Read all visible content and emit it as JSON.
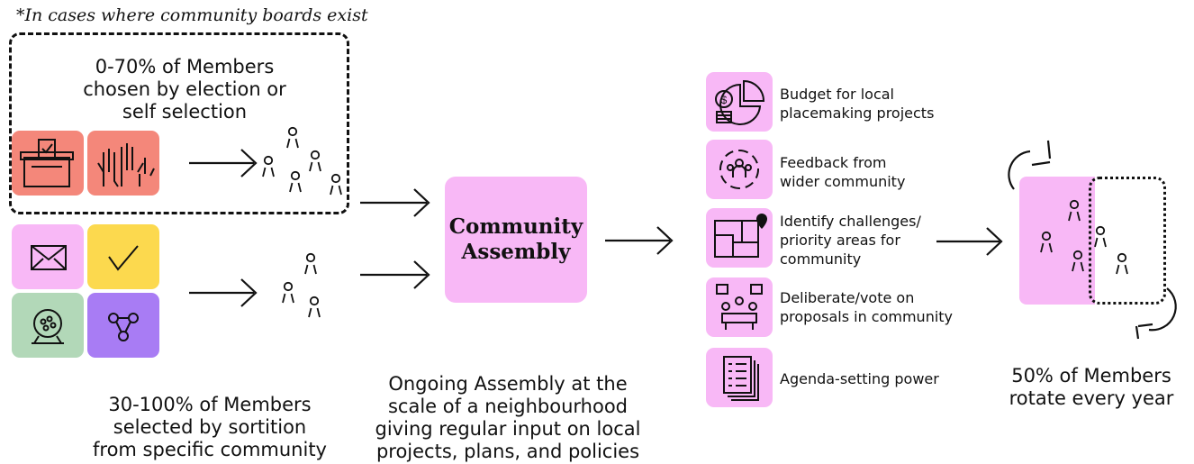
{
  "note": "*In cases where community boards exist",
  "election_group": {
    "lines": [
      "0-70% of Members",
      "chosen by election or",
      "self selection"
    ],
    "icons": [
      "ballot-box-icon",
      "raised-hands-icon"
    ],
    "colors": {
      "tile": "#f4877a"
    }
  },
  "sortition_group": {
    "lines": [
      "30-100% of Members",
      "selected by sortition",
      "from specific community"
    ],
    "icons": [
      "envelope-icon",
      "checkmark-icon",
      "lottery-drum-icon",
      "network-icon"
    ],
    "colors": {
      "envelope": "#f8b8f6",
      "check": "#fcd94e",
      "lottery": "#b2d8b8",
      "network": "#a87cf4"
    }
  },
  "assembly": {
    "title_lines": [
      "Community",
      "Assembly"
    ],
    "caption_lines": [
      "Ongoing Assembly at the",
      "scale of a neighbourhood",
      "giving regular input on local",
      "projects, plans, and policies"
    ],
    "color": "#f8b8f6"
  },
  "functions": [
    {
      "icon": "budget-pie-chart-icon",
      "lines": [
        "Budget for local",
        "placemaking projects"
      ]
    },
    {
      "icon": "community-feedback-icon",
      "lines": [
        "Feedback from",
        "wider community"
      ]
    },
    {
      "icon": "map-pin-icon",
      "lines": [
        "Identify challenges/",
        "priority areas for",
        "community"
      ]
    },
    {
      "icon": "deliberation-table-icon",
      "lines": [
        "Deliberate/vote on",
        "proposals in community"
      ]
    },
    {
      "icon": "agenda-documents-icon",
      "lines": [
        "Agenda-setting power"
      ]
    }
  ],
  "rotation": {
    "lines": [
      "50% of Members",
      "rotate every year"
    ],
    "icons": [
      "rotate-arrow-icon",
      "rotate-arrow-icon"
    ]
  }
}
